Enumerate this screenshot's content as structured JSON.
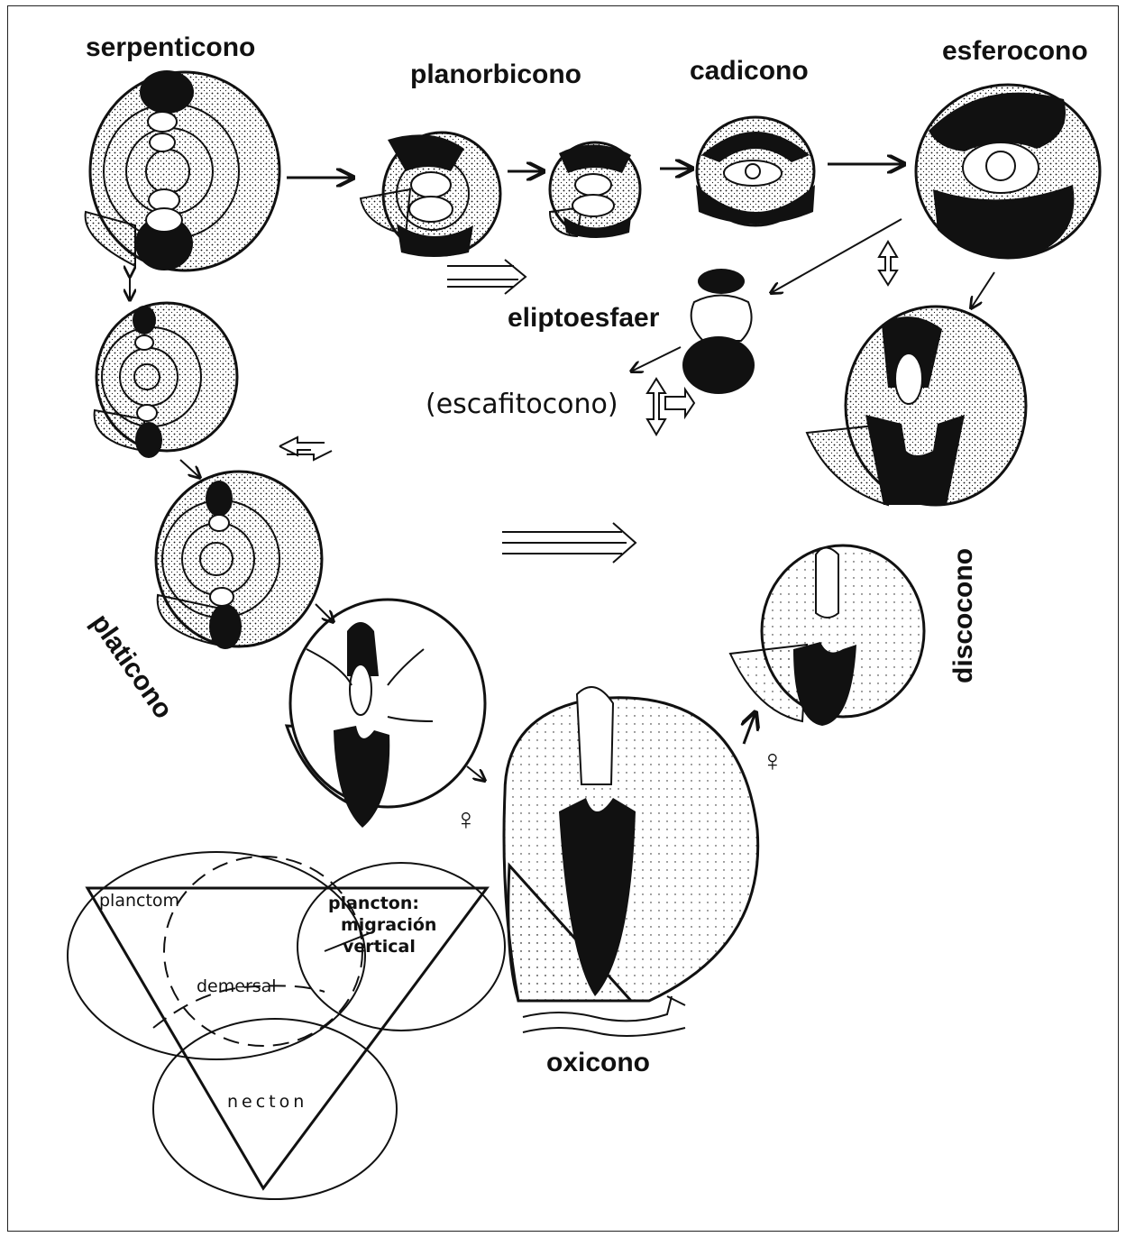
{
  "labels": {
    "serpenticono": "serpenticono",
    "planorbicono": "planorbicono",
    "cadicono": "cadicono",
    "esferocono": "esferocono",
    "eliptoesfaer": "eliptoesfaer",
    "escafitocono": "(escafitocono)",
    "platicono": "platicono",
    "discocono": "discocono",
    "oxicono": "oxicono",
    "female_symbol": "♀"
  },
  "triangle": {
    "planctom": "planctom",
    "plancton": "plancton:",
    "migracion": "migración",
    "vertical": "vertical",
    "demersal": "demersal",
    "necton": "necton"
  }
}
